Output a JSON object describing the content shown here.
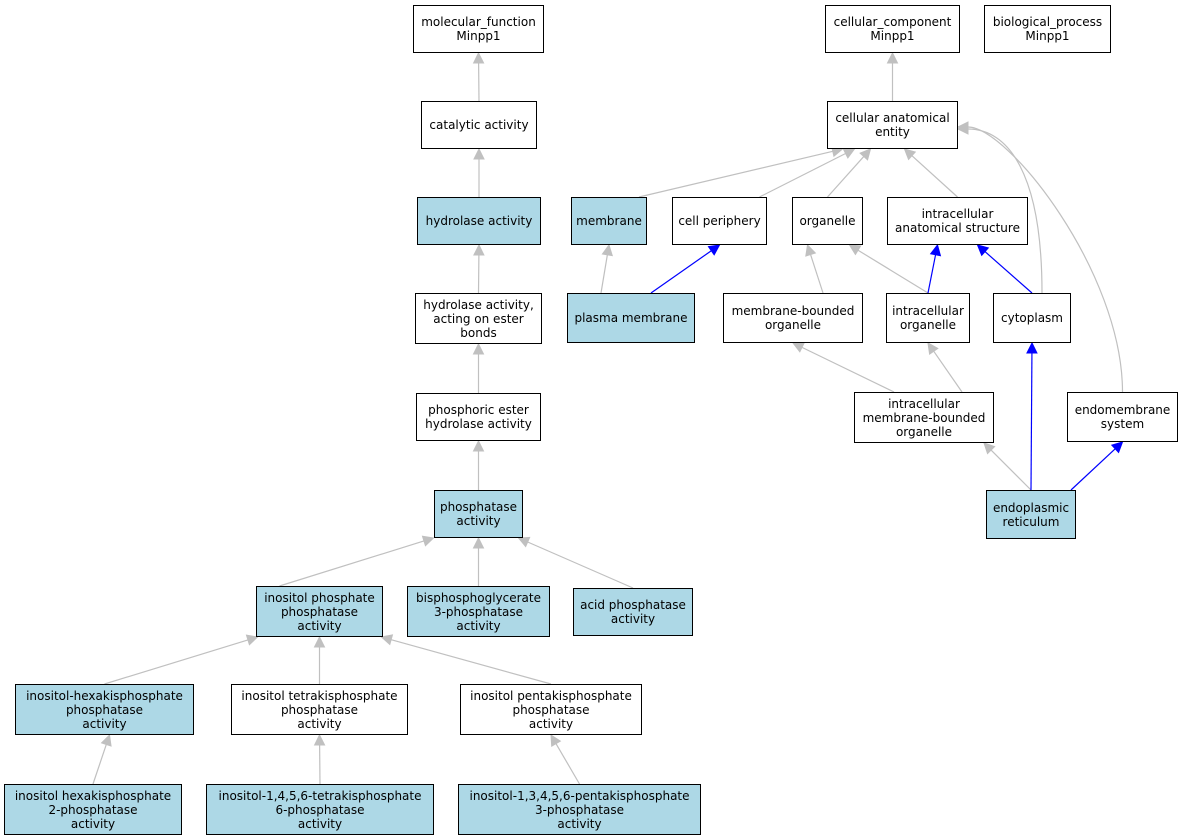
{
  "colors": {
    "highlight_fill": "#add8e6",
    "plain_fill": "#ffffff",
    "gray_edge": "#c0c0c0",
    "blue_edge": "#0000ff"
  },
  "nodes": {
    "mf_root": {
      "label": "molecular_function\nMinpp1",
      "highlighted": false
    },
    "catalytic": {
      "label": "catalytic activity",
      "highlighted": false
    },
    "hydrolase": {
      "label": "hydrolase activity",
      "highlighted": true
    },
    "hydrolase_ester": {
      "label": "hydrolase activity,\nacting on ester\nbonds",
      "highlighted": false
    },
    "phosphoric_ester": {
      "label": "phosphoric ester\nhydrolase activity",
      "highlighted": false
    },
    "phosphatase": {
      "label": "phosphatase\nactivity",
      "highlighted": true
    },
    "inositol_phosphate": {
      "label": "inositol phosphate\nphosphatase\nactivity",
      "highlighted": true
    },
    "bisphosphoglycerate": {
      "label": "bisphosphoglycerate\n3-phosphatase\nactivity",
      "highlighted": true
    },
    "acid_phosphatase": {
      "label": "acid phosphatase\nactivity",
      "highlighted": true
    },
    "inositol_hexakis_pa": {
      "label": "inositol-hexakisphosphate\nphosphatase\nactivity",
      "highlighted": true
    },
    "inositol_tetrakis_pa": {
      "label": "inositol tetrakisphosphate\nphosphatase\nactivity",
      "highlighted": false
    },
    "inositol_pentakis_pa": {
      "label": "inositol pentakisphosphate\nphosphatase\nactivity",
      "highlighted": false
    },
    "inositol_hexakis_2": {
      "label": "inositol hexakisphosphate\n2-phosphatase\nactivity",
      "highlighted": true
    },
    "inositol_1456": {
      "label": "inositol-1,4,5,6-tetrakisphosphate\n6-phosphatase\nactivity",
      "highlighted": true
    },
    "inositol_13456": {
      "label": "inositol-1,3,4,5,6-pentakisphosphate\n3-phosphatase\nactivity",
      "highlighted": true
    },
    "cc_root": {
      "label": "cellular_component\nMinpp1",
      "highlighted": false
    },
    "bp_root": {
      "label": "biological_process\nMinpp1",
      "highlighted": false
    },
    "cell_anat": {
      "label": "cellular anatomical\nentity",
      "highlighted": false
    },
    "membrane": {
      "label": "membrane",
      "highlighted": true
    },
    "cell_periphery": {
      "label": "cell periphery",
      "highlighted": false
    },
    "organelle": {
      "label": "organelle",
      "highlighted": false
    },
    "intracell_anat": {
      "label": "intracellular\nanatomical structure",
      "highlighted": false
    },
    "plasma_membrane": {
      "label": "plasma membrane",
      "highlighted": true
    },
    "mb_organelle": {
      "label": "membrane-bounded\norganelle",
      "highlighted": false
    },
    "intracell_organelle": {
      "label": "intracellular\norganelle",
      "highlighted": false
    },
    "cytoplasm": {
      "label": "cytoplasm",
      "highlighted": false
    },
    "intracell_mb_organelle": {
      "label": "intracellular\nmembrane-bounded\norganelle",
      "highlighted": false
    },
    "endomembrane": {
      "label": "endomembrane\nsystem",
      "highlighted": false
    },
    "er": {
      "label": "endoplasmic\nreticulum",
      "highlighted": true
    }
  },
  "edges": [
    {
      "from": "catalytic",
      "to": "mf_root",
      "relation": "is_a"
    },
    {
      "from": "hydrolase",
      "to": "catalytic",
      "relation": "is_a"
    },
    {
      "from": "hydrolase_ester",
      "to": "hydrolase",
      "relation": "is_a"
    },
    {
      "from": "phosphoric_ester",
      "to": "hydrolase_ester",
      "relation": "is_a"
    },
    {
      "from": "phosphatase",
      "to": "phosphoric_ester",
      "relation": "is_a"
    },
    {
      "from": "inositol_phosphate",
      "to": "phosphatase",
      "relation": "is_a"
    },
    {
      "from": "bisphosphoglycerate",
      "to": "phosphatase",
      "relation": "is_a"
    },
    {
      "from": "acid_phosphatase",
      "to": "phosphatase",
      "relation": "is_a"
    },
    {
      "from": "inositol_hexakis_pa",
      "to": "inositol_phosphate",
      "relation": "is_a"
    },
    {
      "from": "inositol_tetrakis_pa",
      "to": "inositol_phosphate",
      "relation": "is_a"
    },
    {
      "from": "inositol_pentakis_pa",
      "to": "inositol_phosphate",
      "relation": "is_a"
    },
    {
      "from": "inositol_hexakis_2",
      "to": "inositol_hexakis_pa",
      "relation": "is_a"
    },
    {
      "from": "inositol_1456",
      "to": "inositol_tetrakis_pa",
      "relation": "is_a"
    },
    {
      "from": "inositol_13456",
      "to": "inositol_pentakis_pa",
      "relation": "is_a"
    },
    {
      "from": "cell_anat",
      "to": "cc_root",
      "relation": "is_a"
    },
    {
      "from": "membrane",
      "to": "cell_anat",
      "relation": "is_a"
    },
    {
      "from": "cell_periphery",
      "to": "cell_anat",
      "relation": "is_a"
    },
    {
      "from": "organelle",
      "to": "cell_anat",
      "relation": "is_a"
    },
    {
      "from": "intracell_anat",
      "to": "cell_anat",
      "relation": "is_a"
    },
    {
      "from": "cytoplasm",
      "to": "cell_anat",
      "relation": "is_a"
    },
    {
      "from": "endomembrane",
      "to": "cell_anat",
      "relation": "is_a"
    },
    {
      "from": "plasma_membrane",
      "to": "membrane",
      "relation": "is_a"
    },
    {
      "from": "plasma_membrane",
      "to": "cell_periphery",
      "relation": "part_of"
    },
    {
      "from": "mb_organelle",
      "to": "organelle",
      "relation": "is_a"
    },
    {
      "from": "intracell_organelle",
      "to": "organelle",
      "relation": "is_a"
    },
    {
      "from": "intracell_organelle",
      "to": "intracell_anat",
      "relation": "part_of"
    },
    {
      "from": "cytoplasm",
      "to": "intracell_anat",
      "relation": "part_of"
    },
    {
      "from": "intracell_mb_organelle",
      "to": "mb_organelle",
      "relation": "is_a"
    },
    {
      "from": "intracell_mb_organelle",
      "to": "intracell_organelle",
      "relation": "is_a"
    },
    {
      "from": "er",
      "to": "intracell_mb_organelle",
      "relation": "is_a"
    },
    {
      "from": "er",
      "to": "cytoplasm",
      "relation": "part_of"
    },
    {
      "from": "er",
      "to": "endomembrane",
      "relation": "part_of"
    }
  ]
}
